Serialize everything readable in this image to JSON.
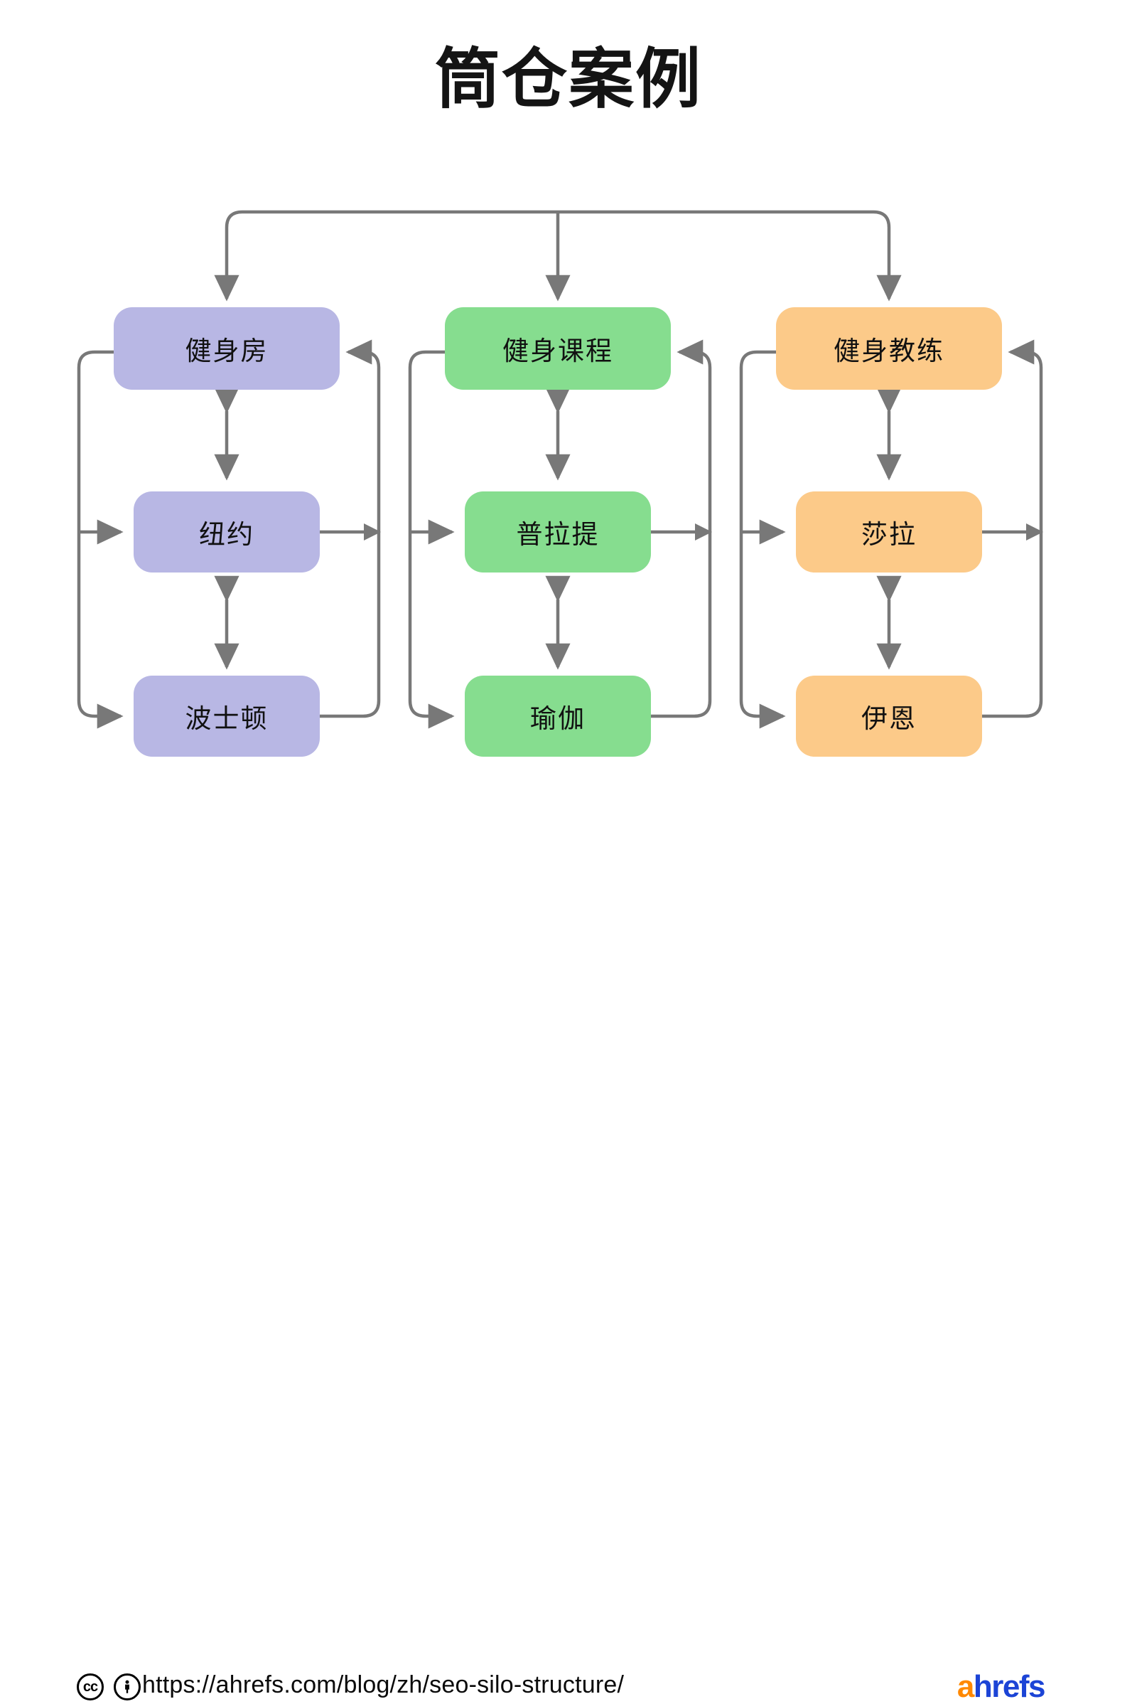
{
  "title": "筒仓案例",
  "footer": {
    "url": "https://ahrefs.com/blog/zh/seo-silo-structure/",
    "license_icons": [
      {
        "name": "cc-icon",
        "glyph": "cc"
      },
      {
        "name": "cc-by-person-icon",
        "glyph": "person"
      }
    ],
    "brand": {
      "first": "a",
      "rest": "hrefs"
    }
  },
  "colors": {
    "background": "#ffffff",
    "purple": "#b8b7e4",
    "green": "#86dd8f",
    "orange": "#fcca89",
    "edge": "#787878",
    "text": "#111111"
  },
  "diagram": {
    "type": "silo-structure-flowchart",
    "columns": [
      {
        "id": "gym-silo",
        "color": "#b8b7e4",
        "nodes": [
          {
            "id": "gym",
            "label": "健身房",
            "level": "hub"
          },
          {
            "id": "new-york",
            "label": "纽约",
            "level": "child"
          },
          {
            "id": "boston",
            "label": "波士顿",
            "level": "child"
          }
        ]
      },
      {
        "id": "class-silo",
        "color": "#86dd8f",
        "nodes": [
          {
            "id": "fitness-class",
            "label": "健身课程",
            "level": "hub"
          },
          {
            "id": "pilates",
            "label": "普拉提",
            "level": "child"
          },
          {
            "id": "yoga",
            "label": "瑜伽",
            "level": "child"
          }
        ]
      },
      {
        "id": "trainer-silo",
        "color": "#fcca89",
        "nodes": [
          {
            "id": "fitness-trainer",
            "label": "健身教练",
            "level": "hub"
          },
          {
            "id": "sarah",
            "label": "莎拉",
            "level": "child"
          },
          {
            "id": "ian",
            "label": "伊恩",
            "level": "child"
          }
        ]
      }
    ],
    "edges": [
      {
        "from": "root-bar",
        "to": "gym",
        "style": "arrow-down"
      },
      {
        "from": "root-bar",
        "to": "fitness-class",
        "style": "arrow-down"
      },
      {
        "from": "root-bar",
        "to": "fitness-trainer",
        "style": "arrow-down"
      },
      {
        "from": "gym",
        "to": "new-york",
        "style": "bidirectional-vertical"
      },
      {
        "from": "new-york",
        "to": "boston",
        "style": "bidirectional-vertical"
      },
      {
        "from": "gym",
        "to": "new-york",
        "style": "left-loop-down"
      },
      {
        "from": "gym",
        "to": "boston",
        "style": "left-loop-down"
      },
      {
        "from": "new-york",
        "to": "gym",
        "style": "right-loop-up"
      },
      {
        "from": "boston",
        "to": "gym",
        "style": "right-loop-up"
      },
      {
        "from": "fitness-class",
        "to": "pilates",
        "style": "bidirectional-vertical"
      },
      {
        "from": "pilates",
        "to": "yoga",
        "style": "bidirectional-vertical"
      },
      {
        "from": "fitness-class",
        "to": "pilates",
        "style": "left-loop-down"
      },
      {
        "from": "fitness-class",
        "to": "yoga",
        "style": "left-loop-down"
      },
      {
        "from": "pilates",
        "to": "fitness-class",
        "style": "right-loop-up"
      },
      {
        "from": "yoga",
        "to": "fitness-class",
        "style": "right-loop-up"
      },
      {
        "from": "fitness-trainer",
        "to": "sarah",
        "style": "bidirectional-vertical"
      },
      {
        "from": "sarah",
        "to": "ian",
        "style": "bidirectional-vertical"
      },
      {
        "from": "fitness-trainer",
        "to": "sarah",
        "style": "left-loop-down"
      },
      {
        "from": "fitness-trainer",
        "to": "ian",
        "style": "left-loop-down"
      },
      {
        "from": "sarah",
        "to": "fitness-trainer",
        "style": "right-loop-up"
      },
      {
        "from": "ian",
        "to": "fitness-trainer",
        "style": "right-loop-up"
      }
    ]
  }
}
